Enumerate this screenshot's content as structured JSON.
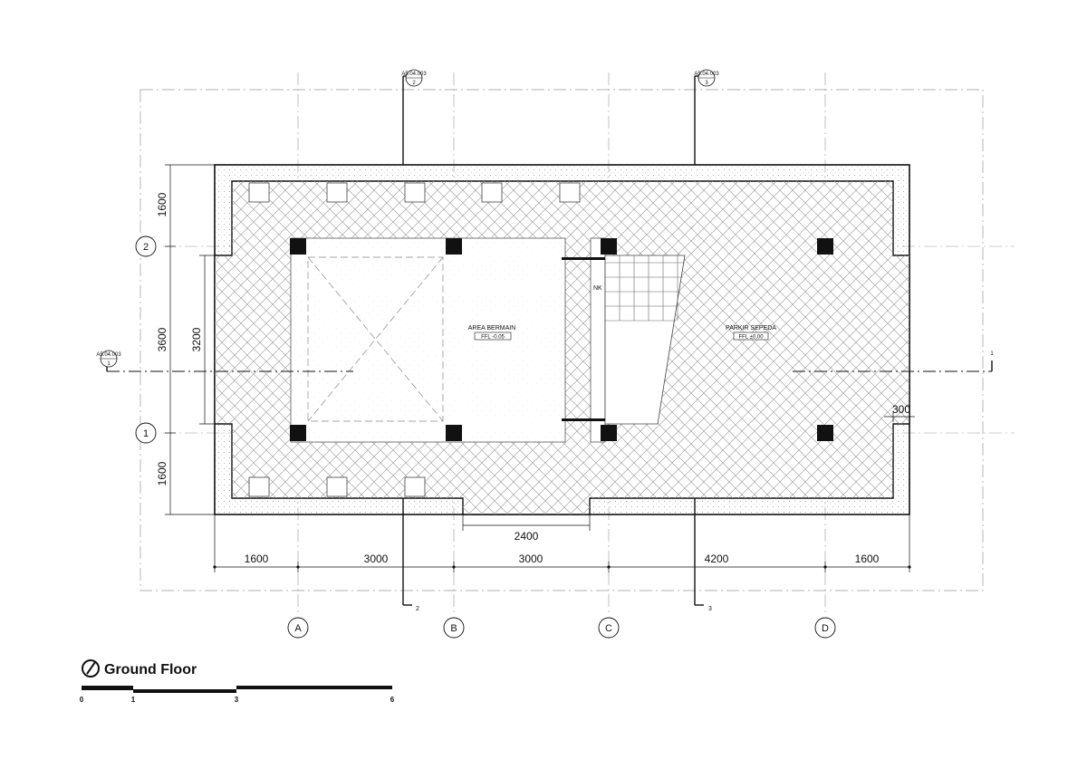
{
  "title": "Ground Floor",
  "rooms": {
    "play_area": {
      "name": "AREA BERMAIN",
      "level": "FFL -0.05"
    },
    "bike_parking": {
      "name": "PARKIR SEPEDA",
      "level": "FFL ±0.00"
    },
    "stair_label": "NK"
  },
  "grid": {
    "columns": [
      "A",
      "B",
      "C",
      "D"
    ],
    "rows": [
      "2",
      "1"
    ]
  },
  "dimensions": {
    "horizontal": [
      "1600",
      "3000",
      "3000",
      "4200",
      "1600"
    ],
    "left_outer": [
      "1600",
      "3600",
      "1600"
    ],
    "left_inner": "3200",
    "opening": "2400",
    "wall_thickness": "300"
  },
  "section_marks": {
    "ref": "A5.04.003",
    "top_left": "2",
    "top_right": "3",
    "left": "1",
    "right_end": "1",
    "bottom_left": "2",
    "bottom_right": "3"
  },
  "scale_bar": {
    "ticks": [
      "0",
      "1",
      "3",
      "6"
    ]
  },
  "colors": {
    "line": "#111111",
    "hatch": "#9a9a9a",
    "dot": "#b5b5b5"
  }
}
